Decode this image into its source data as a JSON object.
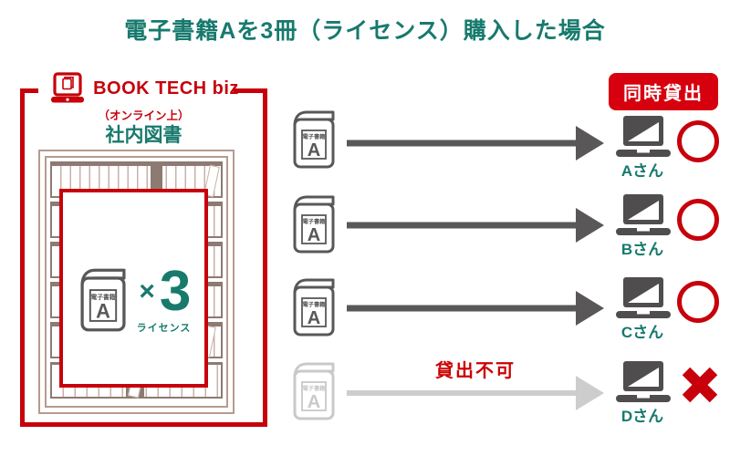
{
  "title": "電子書籍Aを3冊（ライセンス）購入した場合",
  "badge": {
    "label": "同時貸出"
  },
  "library_panel": {
    "brand": "BOOK TECH biz",
    "online_note": "（オンライン上）",
    "name": "社内図書",
    "license_card": {
      "book": {
        "type_label": "電子書籍",
        "letter": "A"
      },
      "multiplier": "×",
      "count": "3",
      "unit": "ライセンス"
    }
  },
  "rows": [
    {
      "book": {
        "type_label": "電子書籍",
        "letter": "A"
      },
      "user": "Aさん",
      "status": "circle"
    },
    {
      "book": {
        "type_label": "電子書籍",
        "letter": "A"
      },
      "user": "Bさん",
      "status": "circle"
    },
    {
      "book": {
        "type_label": "電子書籍",
        "letter": "A"
      },
      "user": "Cさん",
      "status": "circle"
    },
    {
      "book": {
        "type_label": "電子書籍",
        "letter": "A"
      },
      "user": "Dさん",
      "status": "cross",
      "note": "貸出不可"
    }
  ],
  "colors": {
    "teal": "#177a6d",
    "red": "#c7000b",
    "badge_red": "#d7000f",
    "dark_gray": "#595757",
    "disabled_gray": "#c9c9c9",
    "shelf_wood": "#8d7a73",
    "shelf_outline": "#b79a90"
  }
}
